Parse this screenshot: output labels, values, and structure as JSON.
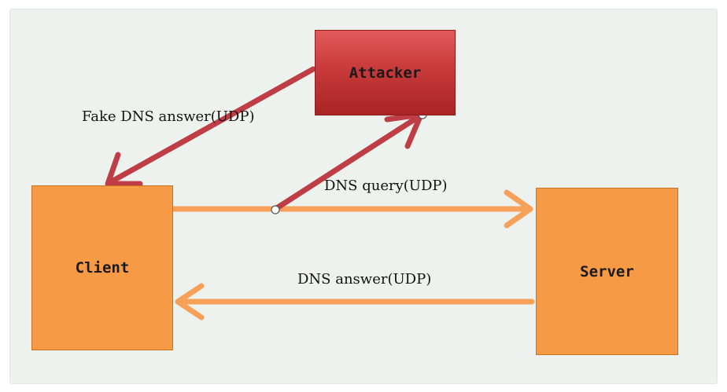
{
  "nodes": {
    "client": "Client",
    "server": "Server",
    "attacker": "Attacker"
  },
  "edges": {
    "fake_answer": "Fake DNS answer(UDP)",
    "query": "DNS query(UDP)",
    "answer": "DNS answer(UDP)"
  },
  "colors": {
    "orange_arrow": "#f6a05a",
    "red_arrow": "#bf3d45",
    "node_fill": "#f69a45",
    "attacker_fill": "#c93a3a"
  }
}
